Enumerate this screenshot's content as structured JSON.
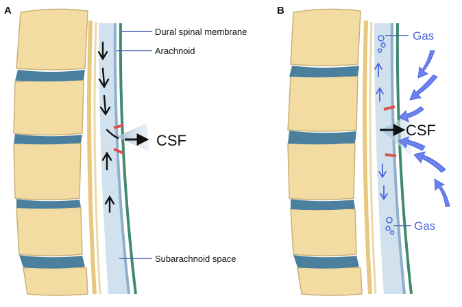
{
  "panel_a": {
    "label": "A",
    "labels": {
      "dural": "Dural spinal membrane",
      "arachnoid": "Arachnoid",
      "csf": "CSF",
      "subarachnoid": "Subarachnoid space"
    }
  },
  "panel_b": {
    "label": "B",
    "labels": {
      "gas_top": "Gas",
      "csf": "CSF",
      "gas_bottom": "Gas"
    }
  },
  "colors": {
    "vertebra": "#F3DCA2",
    "vertebra_edge": "#C9B078",
    "disc": "#4A7F9E",
    "csf_space": "#C9DCEB",
    "dura": "#3F8A6E",
    "arachnoid": "#8FB0CC",
    "tear": "#D9534F",
    "black_arrow": "#111111",
    "gas_arrow": "#4A63E0",
    "leader": "#3E62B0"
  }
}
